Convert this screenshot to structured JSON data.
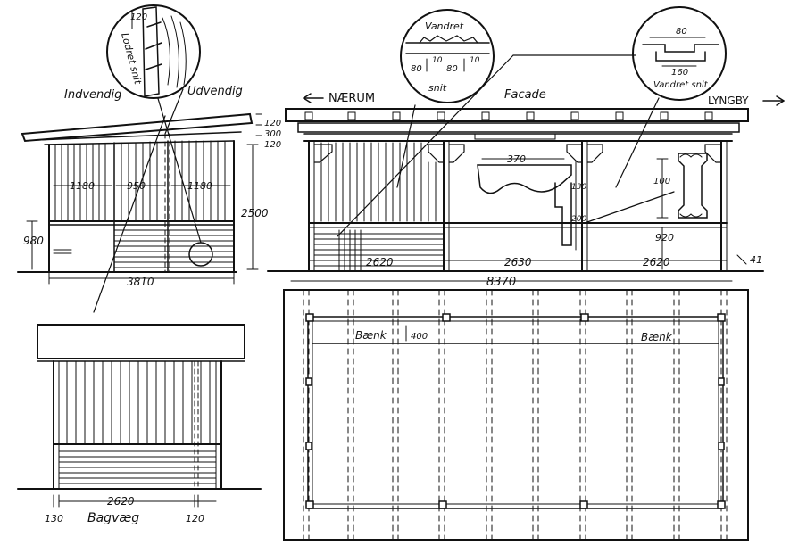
{
  "labels": {
    "interior": "Indvendig",
    "exterior": "Udvendig",
    "vertical_section": "Lodret snit",
    "vertical_section_dim": "120",
    "horizontal_top": "Vandret",
    "horizontal_snit": "snit",
    "dim_80_a": "80",
    "dim_80_b": "80",
    "dim_10_a": "10",
    "dim_10_b": "10",
    "facade": "Facade",
    "naerum": "NÆRUM",
    "lyngby": "LYNGBY",
    "horizontal_section_right": "Vandret snit",
    "dim_top_80": "80",
    "dim_160": "160",
    "dim_120_top": "120",
    "dim_300": "300",
    "dim_120_bot": "120",
    "dim_2500": "2500",
    "dim_980": "980",
    "dim_1180_left": "1180",
    "dim_950": "950",
    "dim_1180_right": "1180",
    "dim_3810": "3810",
    "dim_370": "370",
    "dim_130": "130",
    "dim_200": "200",
    "dim_100": "100",
    "dim_920": "920",
    "dim_41": "41",
    "dim_2620_a": "2620",
    "dim_2630": "2630",
    "dim_2620_b": "2620",
    "dim_8370": "8370",
    "bench_left": "Bænk",
    "bench_right": "Bænk",
    "dim_400": "400",
    "back_wall": "Bagvæg",
    "dim_2620_back": "2620",
    "dim_130_back": "130",
    "dim_120_back": "120"
  }
}
